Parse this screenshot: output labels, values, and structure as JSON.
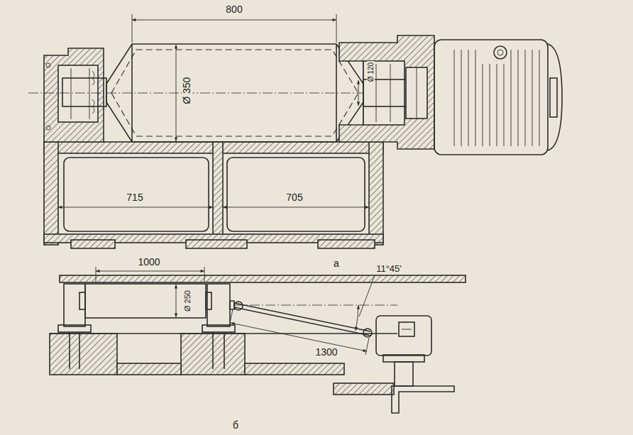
{
  "diagram": {
    "labels": [
      "800",
      "Ø 350",
      "Ø 120",
      "715",
      "705",
      "а",
      "1000",
      "Ø 250",
      "11°45'",
      "1300",
      "б"
    ]
  }
}
